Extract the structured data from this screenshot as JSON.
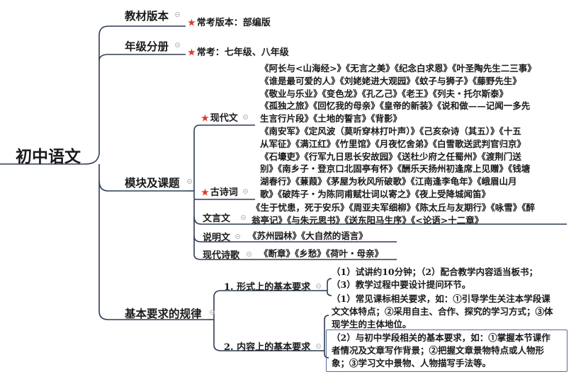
{
  "root": "初中语文",
  "branches": {
    "edition": {
      "title": "教材版本",
      "note": "常考版本：部编版"
    },
    "grade": {
      "title": "年级分册",
      "note": "常考：七年级、八年级"
    },
    "modules": {
      "title": "模块及课题",
      "modern": {
        "label": "现代文",
        "lines": [
          "《阿长与<山海经>》《无言之美》《纪念白求恩》《叶圣陶先生二三事》",
          "《谁是最可爱的人》《刘姥姥进大观园》《蚊子与狮子》《藤野先生》",
          "《敬业与乐业》《变色龙》《孔乙己》《老王》《列夫・托尔斯泰》",
          "《孤独之旅》《回忆我的母亲》《皇帝的新装》《说和做——记闻一多先",
          "生言行片段》《土地的誓言》《背影》"
        ]
      },
      "ancient": {
        "label": "古诗词",
        "lines": [
          "《南安军》《定风波（莫听穿林打叶声）》《己亥杂诗（其五）》《十五",
          "从军征》《满江红》《竹里馆》《月夜忆舍弟》《白雪歌送武判官归京》",
          "《石壕吏》《行军九日思长安故园》《送杜少府之任蜀州》《渡荆门送",
          "别》《南乡子・登京口北固亭有怀》《酬乐天扬州初逢席上见赠》《钱塘",
          "湖春行》《蒹葭》《茅屋为秋风所破歌》《江南逢李龟年》《峨眉山月",
          "歌》《破阵子・为陈同甫赋壮词以寄之》《夜上受降城闻笛》"
        ]
      },
      "classical": {
        "label": "文言文",
        "lines": [
          "《生于忧患，死于安乐》《周亚夫军细柳》《陈太丘与友期行》《咏雪》《醉",
          "翁亭记》《与朱元思书》《送东阳马生序》《<论语>十二章》"
        ]
      },
      "expository": {
        "label": "说明文",
        "text": "《苏州园林》《大自然的语言》"
      },
      "poetry": {
        "label": "现代诗歌",
        "text": "《断章》《乡愁》《荷叶・母亲》"
      }
    },
    "rules": {
      "title": "基本要求的规律",
      "form": {
        "label": "1. 形式上的基本要求",
        "lines": [
          "（1）试讲约10分钟；（2）配合教学内容适当板书；",
          "（3）教学过程中要设计提问环节。"
        ]
      },
      "content": {
        "label": "2. 内容上的基本要求",
        "a": [
          "（1）常见课标相关要求，如：①引导学生关注本学段课",
          "文文体特点；②采用自主、合作、探究的学习方式；③体",
          "现学生的主体地位。"
        ],
        "b": [
          "（2）与初中学段相关的基本要求，如：①掌握本节课作",
          "者情况及文章写作背景；②把握文章景物特点或人物形",
          "象；③学习文中景物、人物描写手法等。"
        ]
      }
    }
  },
  "colors": {
    "line": "#2f3b55",
    "accent": "#d93a2b",
    "box": "#4f6d9a"
  }
}
